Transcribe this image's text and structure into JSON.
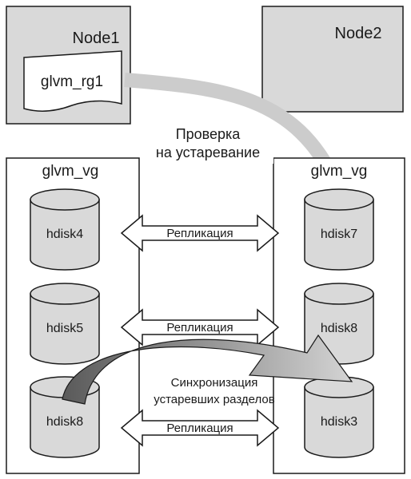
{
  "nodes": {
    "node1": {
      "label": "Node1",
      "resource_group": "glvm_rg1"
    },
    "node2": {
      "label": "Node2"
    }
  },
  "check_label": {
    "line1": "Проверка",
    "line2": "на устаревание"
  },
  "volume_groups": {
    "left": {
      "label": "glvm_vg",
      "disks": [
        "hdisk4",
        "hdisk5",
        "hdisk8"
      ]
    },
    "right": {
      "label": "glvm_vg",
      "disks": [
        "hdisk7",
        "hdisk8",
        "hdisk3"
      ]
    }
  },
  "replication_label": "Репликация",
  "sync_label": {
    "line1": "Синхронизация",
    "line2": "устаревших разделов"
  },
  "colors": {
    "node_fill": "#d9d9d9",
    "disk_fill": "#d9d9d9",
    "outline": "#1a1a1a",
    "check_arrow": "#cccccc",
    "sync_arrow_light": "#d0d0d0",
    "sync_arrow_dark": "#5a5a5a"
  }
}
